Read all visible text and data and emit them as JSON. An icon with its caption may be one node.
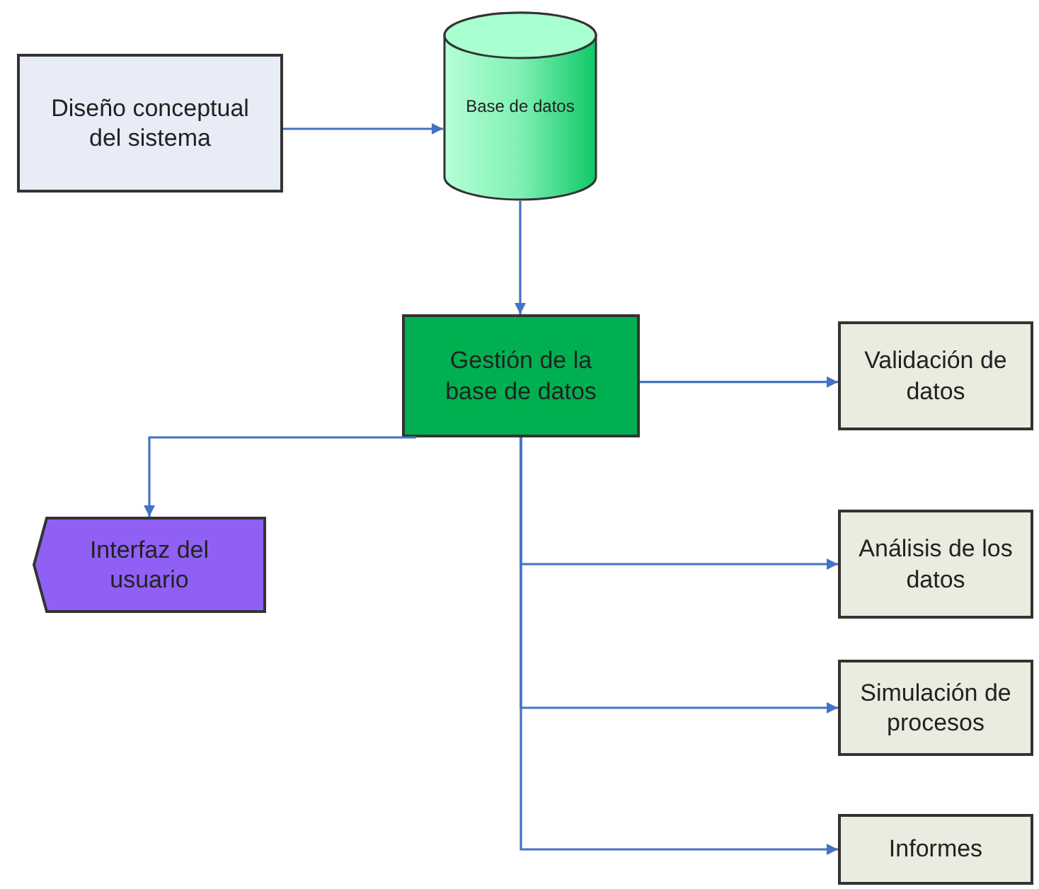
{
  "diagram": {
    "nodes": [
      {
        "text": [
          "Diseño conceptual del sistema"
        ]
      },
      {
        "text": [
          "Base de datos"
        ]
      },
      {
        "text": [
          "Gestión de  la base de datos"
        ]
      },
      {
        "text": [
          "Validación de datos"
        ]
      },
      {
        "text": [
          "Interfaz del usuario"
        ]
      },
      {
        "text": [
          "Análisis de los datos"
        ]
      },
      {
        "text": [
          "Simulación de procesos"
        ]
      },
      {
        "text": [
          "Informes"
        ]
      }
    ],
    "edges": [
      {
        "from": 0,
        "to": 1,
        "arrow": "to"
      },
      {
        "from": 1,
        "to": 2,
        "arrow": "to"
      },
      {
        "from": 2,
        "to": 3,
        "arrow": "to"
      },
      {
        "from": 2,
        "to": 4,
        "arrow": "to"
      },
      {
        "from": 2,
        "to": 5,
        "arrow": "to"
      },
      {
        "from": 2,
        "to": 6,
        "arrow": "to"
      },
      {
        "from": 2,
        "to": 7,
        "arrow": "to"
      }
    ]
  }
}
